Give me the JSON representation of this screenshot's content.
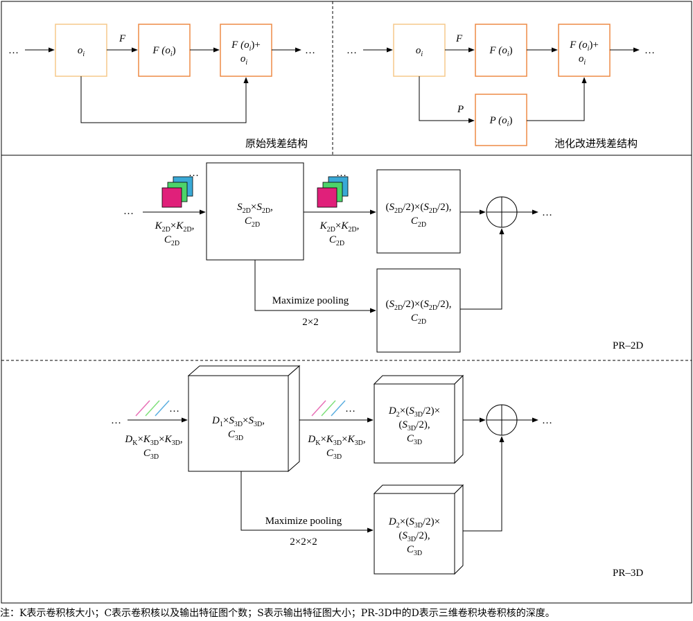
{
  "top": {
    "left_caption": "原始残差结构",
    "right_caption": "池化改进残差结构",
    "ellipsis": "…",
    "o_base": "o",
    "o_sub": "i",
    "f_label": "F",
    "p_label": "P",
    "f_box_prefix": "F (",
    "p_box_prefix": "P (",
    "close_paren": ")",
    "sum_suffix": ")+"
  },
  "pr2d": {
    "label": "PR–2D",
    "s_base": "S",
    "k_base": "K",
    "c_base": "C",
    "dim_sub": "2D",
    "times": "×",
    "comma": ",",
    "half_open": "(",
    "half_close": "/2)",
    "pool_text": "Maximize pooling",
    "pool_size": "2×2",
    "ellipsis": "…"
  },
  "pr3d": {
    "label": "PR–3D",
    "d_base": "D",
    "d1_sub": "1",
    "d2_sub": "2",
    "dk_sub": "K",
    "s_base": "S",
    "k_base": "K",
    "c_base": "C",
    "dim_sub": "3D",
    "times": "×",
    "comma": ",",
    "half_open": "(",
    "half_close": "/2)",
    "pool_text": "Maximize pooling",
    "pool_size": "2×2×2",
    "ellipsis": "…"
  },
  "note": "注：K表示卷积核大小；C表示卷积核以及输出特征图个数；S表示输出特征图大小；PR-3D中的D表示三维卷积块卷积核的深度。",
  "colors": {
    "light_orange": "#f5c98a",
    "orange": "#ee8a45",
    "magenta": "#e0207a",
    "green": "#4dd36a",
    "cyan": "#3aa9d6",
    "pink_line": "#e86fb6",
    "green_line": "#7ee07a",
    "blue_line": "#5aaee0"
  }
}
